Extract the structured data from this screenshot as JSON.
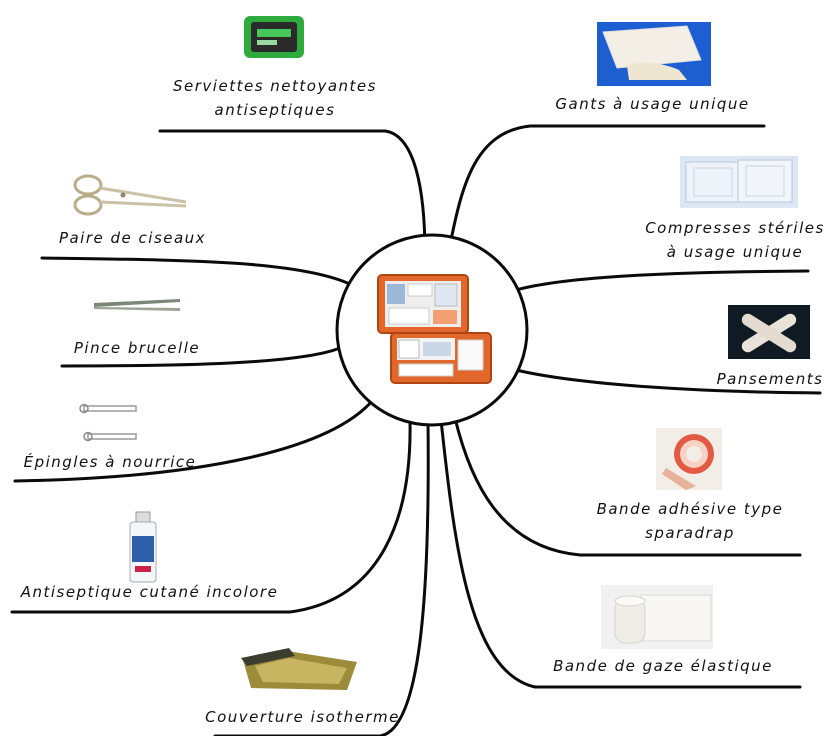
{
  "center": {
    "name": "first-aid-kit"
  },
  "items": [
    {
      "id": "wipes",
      "lines": [
        "Serviettes nettoyantes",
        "antiseptiques"
      ],
      "icon": "antiseptic-wipes-pack-icon"
    },
    {
      "id": "scissors",
      "lines": [
        "Paire de ciseaux"
      ],
      "icon": "scissors-icon"
    },
    {
      "id": "tweezers",
      "lines": [
        "Pince brucelle"
      ],
      "icon": "tweezers-icon"
    },
    {
      "id": "pins",
      "lines": [
        "Épingles à nourrice"
      ],
      "icon": "safety-pins-icon"
    },
    {
      "id": "antiseptic",
      "lines": [
        "Antiseptique cutané incolore"
      ],
      "icon": "antiseptic-spray-icon"
    },
    {
      "id": "blanket",
      "lines": [
        "Couverture isotherme"
      ],
      "icon": "survival-blanket-icon"
    },
    {
      "id": "gloves",
      "lines": [
        "Gants à usage unique"
      ],
      "icon": "gloves-box-icon"
    },
    {
      "id": "compresses",
      "lines": [
        "Compresses stériles",
        "à usage unique"
      ],
      "icon": "sterile-compresses-icon"
    },
    {
      "id": "bandages",
      "lines": [
        "Pansements"
      ],
      "icon": "bandage-plasters-icon"
    },
    {
      "id": "tape",
      "lines": [
        "Bande adhésive type",
        "sparadrap"
      ],
      "icon": "adhesive-tape-roll-icon"
    },
    {
      "id": "gauze",
      "lines": [
        "Bande de gaze élastique"
      ],
      "icon": "gauze-roll-icon"
    }
  ]
}
